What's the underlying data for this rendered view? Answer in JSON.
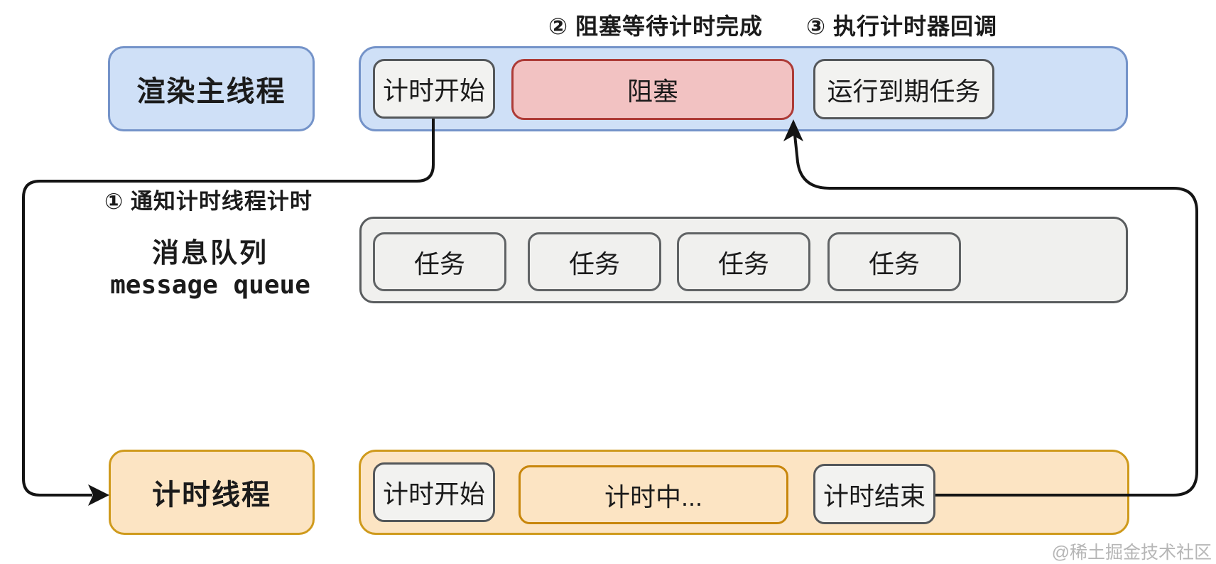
{
  "colors": {
    "blue_fill": "#cfe0f7",
    "blue_border": "#7493c9",
    "gray_fill": "#f2f2f0",
    "gray_border": "#54575a",
    "red_fill": "#f2c2c2",
    "red_border": "#ad3b37",
    "queue_fill": "#f0f0ee",
    "queue_border": "#595c5e",
    "orange_fill": "#fce4c3",
    "orange_border": "#cf9a1c",
    "orange_inner_border": "#c8860b",
    "arrow": "#141414",
    "watermark": "#b6b6b6",
    "text": "#1b1b1b"
  },
  "annotations": {
    "step1": "① 通知计时线程计时",
    "step2": "② 阻塞等待计时完成",
    "step3": "③ 执行计时器回调"
  },
  "main_thread": {
    "label": "渲染主线程",
    "timeline": [
      {
        "label": "计时开始",
        "type": "gray"
      },
      {
        "label": "阻塞",
        "type": "red"
      },
      {
        "label": "运行到期任务",
        "type": "gray"
      }
    ]
  },
  "message_queue": {
    "label_zh": "消息队列",
    "label_en": "message queue",
    "tasks": [
      {
        "label": "任务"
      },
      {
        "label": "任务"
      },
      {
        "label": "任务"
      },
      {
        "label": "任务"
      }
    ]
  },
  "timer_thread": {
    "label": "计时线程",
    "timeline": [
      {
        "label": "计时开始",
        "type": "gray"
      },
      {
        "label": "计时中...",
        "type": "orange"
      },
      {
        "label": "计时结束",
        "type": "gray"
      }
    ]
  },
  "watermark": "@稀土掘金技术社区"
}
